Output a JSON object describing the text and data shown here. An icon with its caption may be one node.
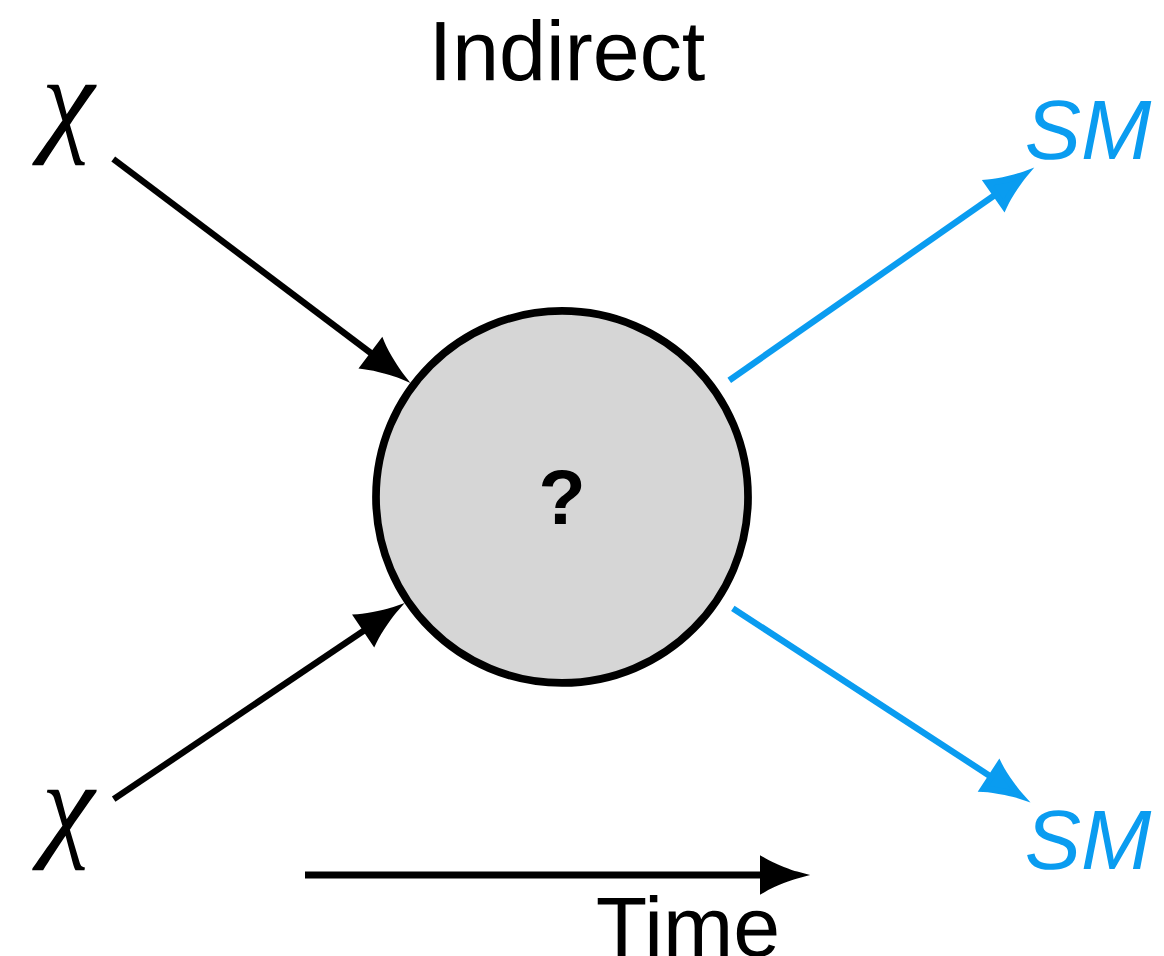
{
  "diagram": {
    "title": "Indirect",
    "nodes": [
      {
        "text": [
          "χ"
        ]
      },
      {
        "text": [
          "χ"
        ]
      },
      {
        "text": [
          "?"
        ]
      },
      {
        "text": [
          "SM"
        ]
      },
      {
        "text": [
          "SM"
        ]
      }
    ],
    "edges": [
      {
        "from": 0,
        "to": 2,
        "arrow": "to"
      },
      {
        "from": 1,
        "to": 2,
        "arrow": "to"
      },
      {
        "from": 2,
        "to": 3,
        "arrow": "to",
        "color": "#0a9cf0"
      },
      {
        "from": 2,
        "to": 4,
        "arrow": "to",
        "color": "#0a9cf0"
      }
    ],
    "labels": [
      "Time"
    ]
  }
}
